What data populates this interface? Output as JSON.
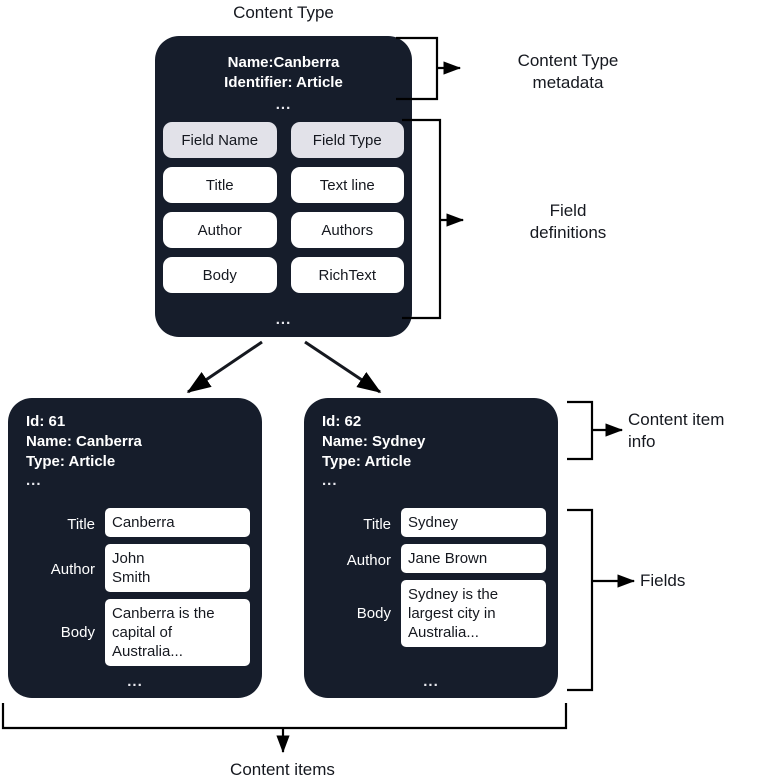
{
  "diagram": {
    "top_title": "Content Type",
    "bottom_title": "Content items",
    "colors": {
      "card_background": "#161d2b",
      "card_text": "#ffffff",
      "field_header_background": "#e2e2e9",
      "field_background": "#ffffff",
      "page_background": "#ffffff",
      "line": "#000000"
    }
  },
  "content_type_card": {
    "name_line": "Name:Canberra",
    "identifier_line": "Identifier: Article",
    "meta_ellipsis": "...",
    "bottom_ellipsis": "...",
    "field_table": {
      "headers": [
        "Field Name",
        "Field Type"
      ],
      "rows": [
        [
          "Title",
          "Text line"
        ],
        [
          "Author",
          "Authors"
        ],
        [
          "Body",
          "RichText"
        ]
      ]
    }
  },
  "content_items": [
    {
      "id_line": "Id: 61",
      "name_line": "Name: Canberra",
      "type_line": "Type: Article",
      "head_ellipsis": "...",
      "bottom_ellipsis": "...",
      "fields": [
        {
          "label": "Title",
          "value": "Canberra"
        },
        {
          "label": "Author",
          "value": "John\nSmith"
        },
        {
          "label": "Body",
          "value": "Canberra is the\ncapital of\nAustralia..."
        }
      ]
    },
    {
      "id_line": "Id: 62",
      "name_line": "Name: Sydney",
      "type_line": "Type: Article",
      "head_ellipsis": "...",
      "bottom_ellipsis": "...",
      "fields": [
        {
          "label": "Title",
          "value": "Sydney"
        },
        {
          "label": "Author",
          "value": "Jane Brown"
        },
        {
          "label": "Body",
          "value": "Sydney is the\nlargest city in\nAustralia..."
        }
      ]
    }
  ],
  "annotations": {
    "content_type_metadata": "Content Type\nmetadata",
    "field_definitions": "Field\ndefinitions",
    "content_item_info": "Content item\ninfo",
    "fields": "Fields"
  }
}
